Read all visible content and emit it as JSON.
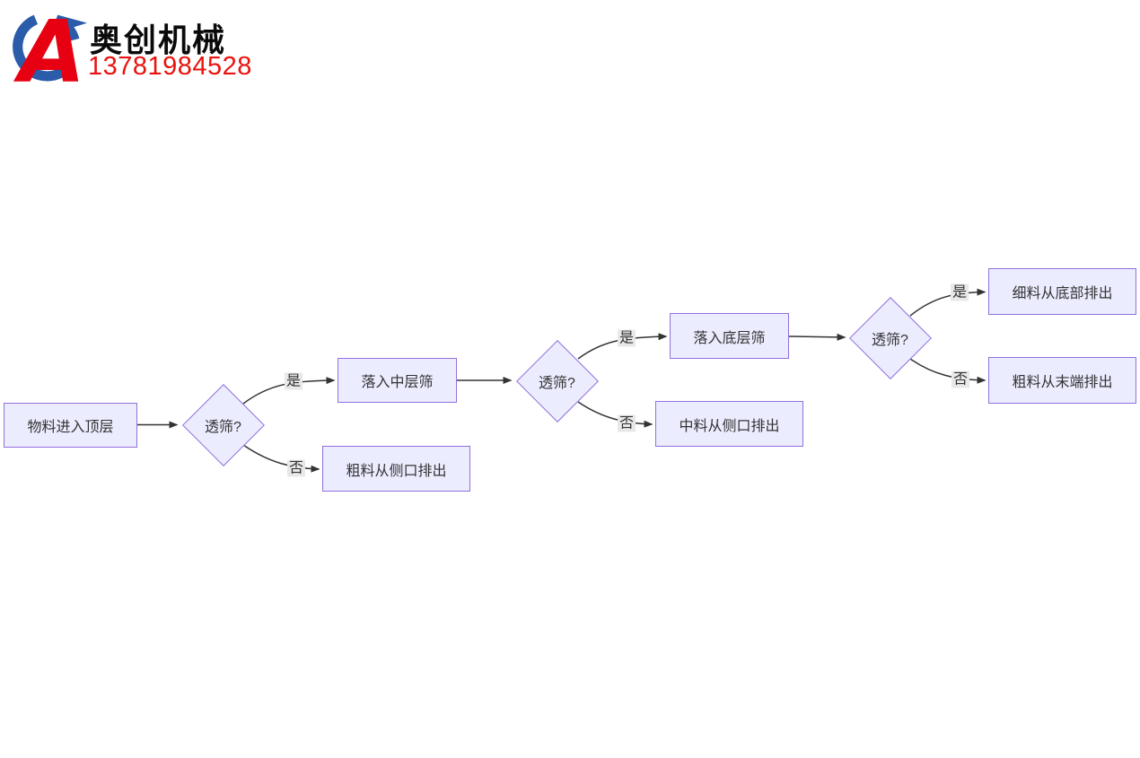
{
  "header": {
    "company_name": "奥创机械",
    "phone": "13781984528",
    "logo_letter": "A",
    "brand_colors": {
      "logo_red": "#e60012",
      "logo_blue": "#2a5caa",
      "phone_red": "#e8120e",
      "title_black": "#0a0a0a"
    }
  },
  "flowchart": {
    "colors": {
      "node_fill": "#ECECFF",
      "node_border": "#9370DB",
      "edge_stroke": "#333333",
      "edge_label_bg": "#e8e8e8",
      "text": "#333333"
    },
    "nodes": [
      {
        "id": "material-enter-top",
        "type": "rect",
        "label": "物料进入顶层"
      },
      {
        "id": "sieve-1",
        "type": "diamond",
        "label": "透筛?"
      },
      {
        "id": "fall-middle",
        "type": "rect",
        "label": "落入中层筛"
      },
      {
        "id": "coarse-side-out",
        "type": "rect",
        "label": "粗料从侧口排出"
      },
      {
        "id": "sieve-2",
        "type": "diamond",
        "label": "透筛?"
      },
      {
        "id": "fall-bottom",
        "type": "rect",
        "label": "落入底层筛"
      },
      {
        "id": "medium-side-out",
        "type": "rect",
        "label": "中料从侧口排出"
      },
      {
        "id": "sieve-3",
        "type": "diamond",
        "label": "透筛?"
      },
      {
        "id": "fine-bottom-out",
        "type": "rect",
        "label": "细料从底部排出"
      },
      {
        "id": "coarse-end-out",
        "type": "rect",
        "label": "粗料从末端排出"
      }
    ],
    "edges": [
      {
        "from": "material-enter-top",
        "to": "sieve-1",
        "label": ""
      },
      {
        "from": "sieve-1",
        "to": "fall-middle",
        "label": "是"
      },
      {
        "from": "sieve-1",
        "to": "coarse-side-out",
        "label": "否"
      },
      {
        "from": "fall-middle",
        "to": "sieve-2",
        "label": ""
      },
      {
        "from": "sieve-2",
        "to": "fall-bottom",
        "label": "是"
      },
      {
        "from": "sieve-2",
        "to": "medium-side-out",
        "label": "否"
      },
      {
        "from": "fall-bottom",
        "to": "sieve-3",
        "label": ""
      },
      {
        "from": "sieve-3",
        "to": "fine-bottom-out",
        "label": "是"
      },
      {
        "from": "sieve-3",
        "to": "coarse-end-out",
        "label": "否"
      }
    ]
  }
}
